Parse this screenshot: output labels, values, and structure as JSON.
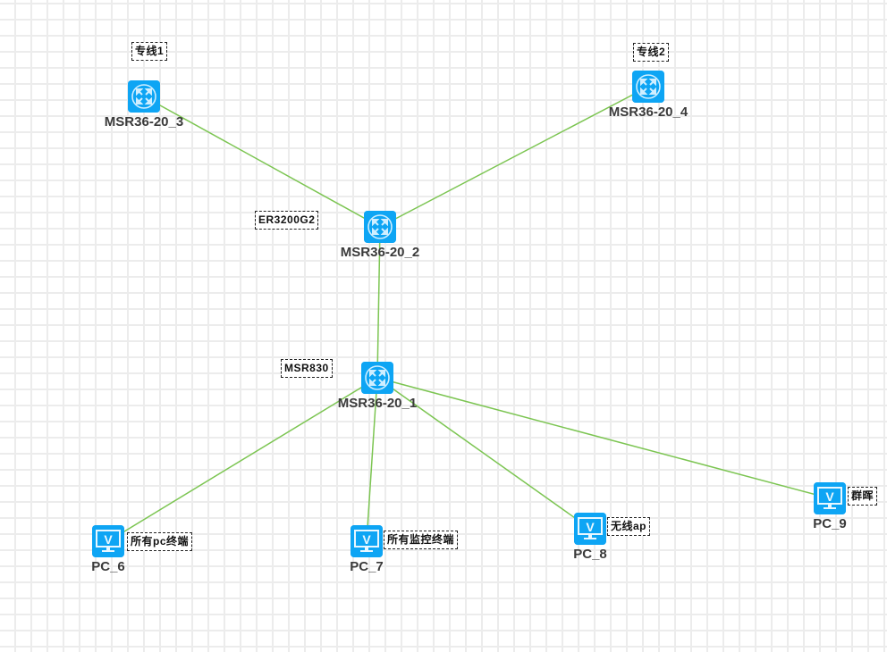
{
  "diagram": {
    "type": "network-topology",
    "link_color": "#7cc552",
    "icon_color": "#0ea5f4",
    "nodes": [
      {
        "id": "r3",
        "label": "MSR36-20_3",
        "kind": "router",
        "note": "专线1"
      },
      {
        "id": "r4",
        "label": "MSR36-20_4",
        "kind": "router",
        "note": "专线2"
      },
      {
        "id": "r2",
        "label": "MSR36-20_2",
        "kind": "router",
        "note": "ER3200G2"
      },
      {
        "id": "r1",
        "label": "MSR36-20_1",
        "kind": "router",
        "note": "MSR830"
      },
      {
        "id": "pc6",
        "label": "PC_6",
        "kind": "pc",
        "note": "所有pc终端"
      },
      {
        "id": "pc7",
        "label": "PC_7",
        "kind": "pc",
        "note": "所有监控终端"
      },
      {
        "id": "pc8",
        "label": "PC_8",
        "kind": "pc",
        "note": "无线ap"
      },
      {
        "id": "pc9",
        "label": "PC_9",
        "kind": "pc",
        "note": "群晖"
      }
    ],
    "links": [
      {
        "from": "r3",
        "to": "r2"
      },
      {
        "from": "r4",
        "to": "r2"
      },
      {
        "from": "r2",
        "to": "r1"
      },
      {
        "from": "r1",
        "to": "pc6"
      },
      {
        "from": "r1",
        "to": "pc7"
      },
      {
        "from": "r1",
        "to": "pc8"
      },
      {
        "from": "r1",
        "to": "pc9"
      }
    ]
  }
}
